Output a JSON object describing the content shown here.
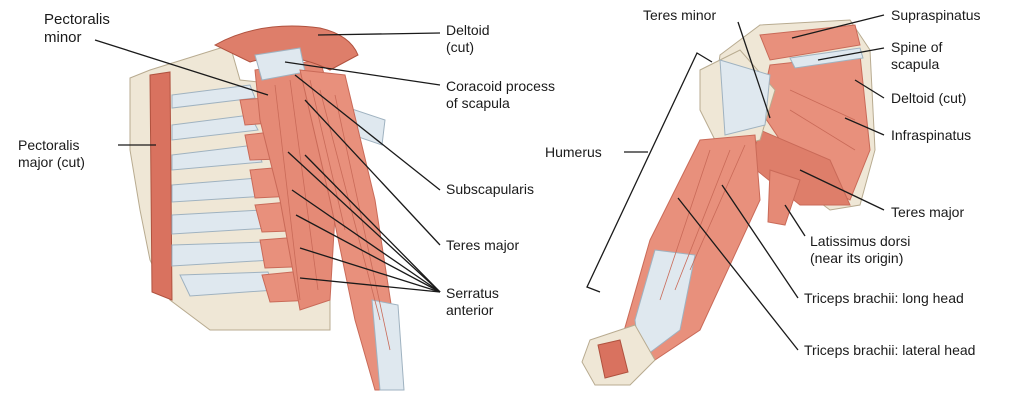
{
  "labels": {
    "pectoralis_minor": {
      "line1": "Pectoralis",
      "line2": "minor"
    },
    "pectoralis_major": {
      "line1": "Pectoralis",
      "line2": "major (cut)"
    },
    "deltoid_cut_left": {
      "line1": "Deltoid",
      "line2": "(cut)"
    },
    "coracoid_process": {
      "line1": "Coracoid process",
      "line2": "of scapula"
    },
    "subscapularis": "Subscapularis",
    "teres_major_left": "Teres major",
    "serratus_anterior": {
      "line1": "Serratus",
      "line2": "anterior"
    },
    "teres_minor": "Teres minor",
    "humerus": "Humerus",
    "supraspinatus": "Supraspinatus",
    "spine_of_scapula": {
      "line1": "Spine of",
      "line2": "scapula"
    },
    "deltoid_cut_right": "Deltoid (cut)",
    "infraspinatus": "Infraspinatus",
    "teres_major_right": "Teres major",
    "latissimus_dorsi": {
      "line1": "Latissimus dorsi",
      "line2": "(near its origin)"
    },
    "triceps_long": "Triceps brachii: long head",
    "triceps_lateral": "Triceps brachii: lateral head"
  },
  "colors": {
    "muscle": "#e8907c",
    "muscle_dark": "#c96a58",
    "tendon": "#dfe8ef",
    "bone": "#efe7d6",
    "bone_edge": "#b8ab90",
    "leader": "#1a1a1a"
  }
}
